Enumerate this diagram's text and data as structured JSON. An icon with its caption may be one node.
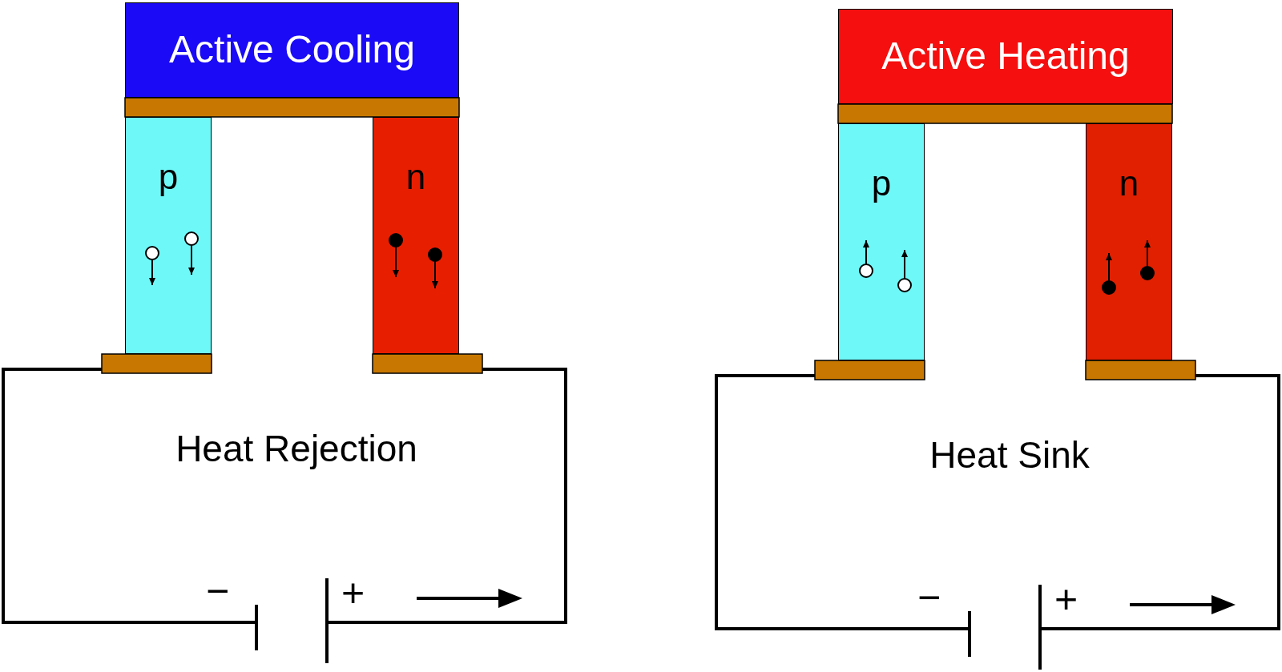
{
  "diagram": {
    "nodes": [
      {
        "text": [
          "Active Cooling"
        ]
      },
      {
        "text": [
          "p"
        ]
      },
      {
        "text": [
          "n"
        ]
      },
      {
        "text": [
          "Heat Rejection"
        ]
      },
      {
        "text": [
          "Active Heating"
        ]
      },
      {
        "text": [
          "p"
        ]
      },
      {
        "text": [
          "n"
        ]
      },
      {
        "text": [
          "Heat Sink"
        ]
      }
    ],
    "labels": [
      "−",
      "+",
      "−",
      "+"
    ]
  }
}
